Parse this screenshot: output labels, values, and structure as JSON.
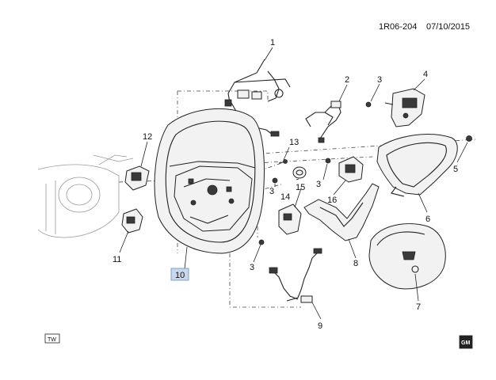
{
  "header": {
    "ref_code": "1R06-204",
    "date": "07/10/2015"
  },
  "callouts": {
    "c1": "1",
    "c2": "2",
    "c3a": "3",
    "c4": "4",
    "c5": "5",
    "c6": "6",
    "c3b": "3",
    "c16": "16",
    "c13": "13",
    "c12": "12",
    "c14": "14",
    "c15": "15",
    "c3c": "3",
    "c11": "11",
    "c8": "8",
    "c10": "10",
    "c3d": "3",
    "c7": "7",
    "c9": "9"
  },
  "footer": {
    "tw_label": "TW",
    "gm_label": "GM"
  },
  "colors": {
    "line": "#222222",
    "highlight_fill": "#c9d7ea",
    "highlight_stroke": "#6d8fbf"
  }
}
